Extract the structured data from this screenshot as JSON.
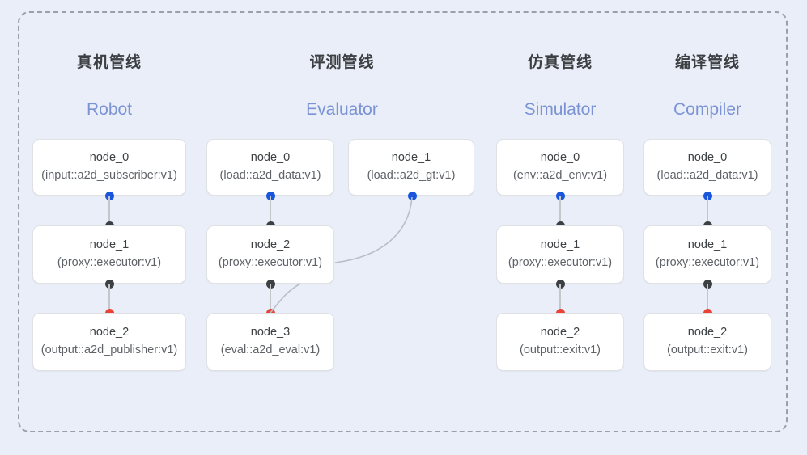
{
  "diagram": {
    "background_color": "#e9eef8",
    "container_border_color": "#9aa0a6",
    "port_colors": {
      "input": "#1a56db",
      "middle": "#3c4043",
      "output": "#ea4335"
    },
    "edge_color": "#c3c7cc",
    "columns": [
      {
        "title_cn": "真机管线",
        "title_en": "Robot",
        "nodes": [
          {
            "name": "node_0",
            "type": "(input::a2d_subscriber:v1)"
          },
          {
            "name": "node_1",
            "type": "(proxy::executor:v1)"
          },
          {
            "name": "node_2",
            "type": "(output::a2d_publisher:v1)"
          }
        ]
      },
      {
        "title_cn": "评测管线",
        "title_en": "Evaluator",
        "nodes": [
          {
            "name": "node_0",
            "type": "(load::a2d_data:v1)"
          },
          {
            "name": "node_1",
            "type": "(load::a2d_gt:v1)"
          },
          {
            "name": "node_2",
            "type": "(proxy::executor:v1)"
          },
          {
            "name": "node_3",
            "type": "(eval::a2d_eval:v1)"
          }
        ]
      },
      {
        "title_cn": "仿真管线",
        "title_en": "Simulator",
        "nodes": [
          {
            "name": "node_0",
            "type": "(env::a2d_env:v1)"
          },
          {
            "name": "node_1",
            "type": "(proxy::executor:v1)"
          },
          {
            "name": "node_2",
            "type": "(output::exit:v1)"
          }
        ]
      },
      {
        "title_cn": "编译管线",
        "title_en": "Compiler",
        "nodes": [
          {
            "name": "node_0",
            "type": "(load::a2d_data:v1)"
          },
          {
            "name": "node_1",
            "type": "(proxy::executor:v1)"
          },
          {
            "name": "node_2",
            "type": "(output::exit:v1)"
          }
        ]
      }
    ]
  }
}
